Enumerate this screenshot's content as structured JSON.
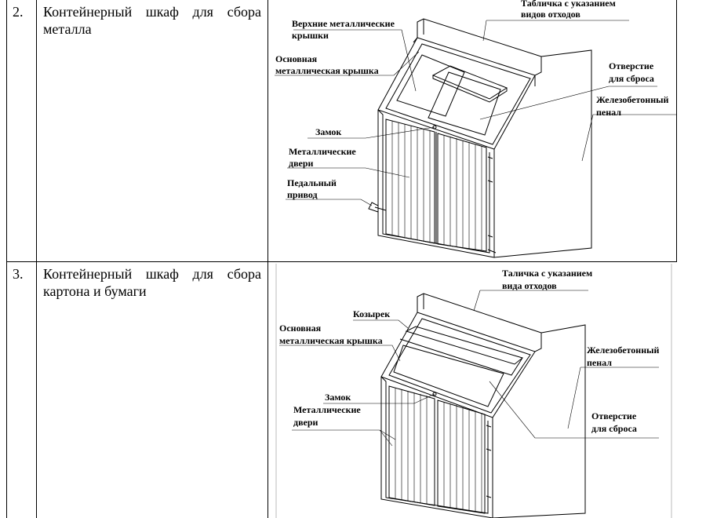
{
  "rows": [
    {
      "number": "2.",
      "description": "Контейнерный шкаф для сбора металла",
      "labels": {
        "sign_line1": "Табличка с указанием",
        "sign_line2": "видов отходов",
        "top_lids_line1": "Верхние металлические",
        "top_lids_line2": "крышки",
        "main_lid_line1": "Основная",
        "main_lid_line2": "металлическая крышка",
        "opening_line1": "Отверстие",
        "opening_line2": "для сброса",
        "case_line1": "Железобетонный",
        "case_line2": "пенал",
        "lock": "Замок",
        "doors_line1": "Металлические",
        "doors_line2": "двери",
        "pedal_line1": "Педальный",
        "pedal_line2": "привод"
      }
    },
    {
      "number": "3.",
      "description": "Контейнерный шкаф для сбора картона и бумаги",
      "labels": {
        "sign_line1": "Таличка с указанием",
        "sign_line2": "вида отходов",
        "visor": "Козырек",
        "main_lid_line1": "Основная",
        "main_lid_line2": "металлическая крышка",
        "case_line1": "Железобетонный",
        "case_line2": "пенал",
        "lock": "Замок",
        "doors_line1": "Металлические",
        "doors_line2": "двери",
        "opening_line1": "Отверстие",
        "opening_line2": "для сброса"
      }
    }
  ]
}
